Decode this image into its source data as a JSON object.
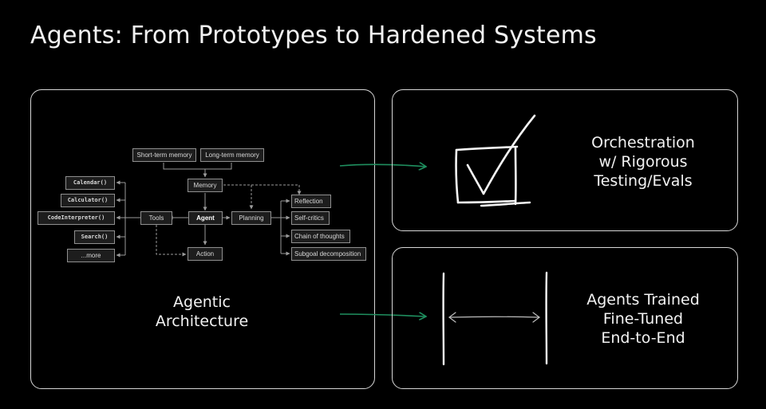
{
  "slide": {
    "title": "Agents: From Prototypes to Hardened Systems"
  },
  "panels": {
    "left": {
      "caption_lines": [
        "Agentic",
        "Architecture"
      ]
    },
    "top": {
      "caption_lines": [
        "Orchestration",
        "w/ Rigorous",
        "Testing/Evals"
      ]
    },
    "bottom": {
      "caption_lines": [
        "Agents Trained",
        "Fine-Tuned",
        "End-to-End"
      ]
    }
  },
  "architecture": {
    "memory_types": [
      "Short-term memory",
      "Long-term memory"
    ],
    "memory": "Memory",
    "agent": "Agent",
    "tools": "Tools",
    "planning": "Planning",
    "action": "Action",
    "tool_list": [
      "Calendar()",
      "Calculator()",
      "CodeInterpreter()",
      "Search()",
      "...more"
    ],
    "planning_list": [
      "Reflection",
      "Self-critics",
      "Chain of thoughts",
      "Subgoal decomposition"
    ]
  },
  "icons": {
    "top": "hand-drawn-checkbox-icon",
    "bottom": "double-headed-width-arrow-icon"
  },
  "colors": {
    "background": "#000000",
    "arrow_accent": "#1f8f5f",
    "border": "#d6d6d6"
  }
}
